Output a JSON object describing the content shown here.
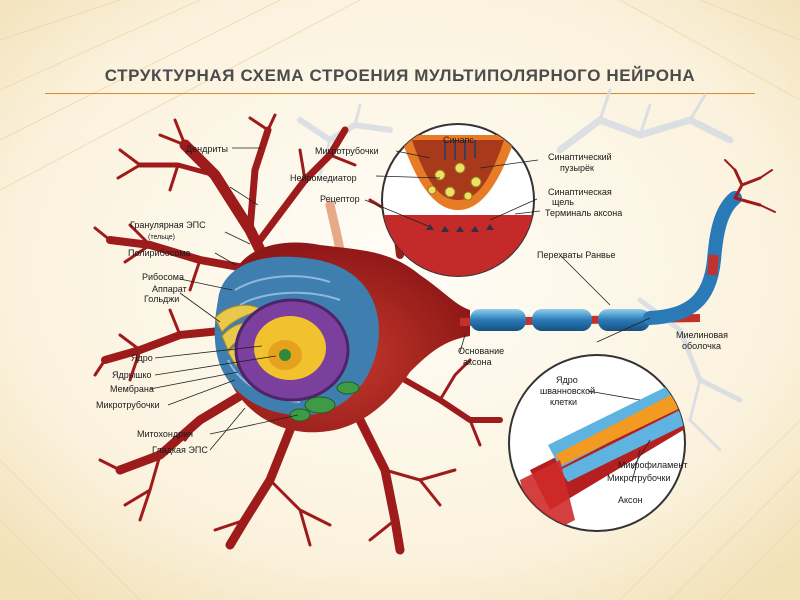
{
  "slide": {
    "title": "СТРУКТУРНАЯ СХЕМА СТРОЕНИЯ МУЛЬТИПОЛЯРНОГО НЕЙРОНА"
  },
  "labels": {
    "dendrites": "Дендриты",
    "granular_er_1": "Гранулярная ЭПС",
    "granular_er_2": "(тельце)",
    "polyribosome": "Полирибосома",
    "ribosome": "Рибосома",
    "golgi_1": "Аппарат",
    "golgi_2": "Гольджи",
    "nucleus": "Ядро",
    "nucleolus": "Ядрышко",
    "membrane": "Мембрана",
    "microtubules_left": "Микротрубочки",
    "mitochondria": "Митохондрия",
    "smooth_er": "Гладкая ЭПС",
    "axon_hillock_1": "Основание",
    "axon_hillock_2": "аксона",
    "microtubules_synapse": "Микротрубочки",
    "neurotransmitter": "Нейромедиатор",
    "receptor": "Рецептор",
    "synapse": "Синапс",
    "synaptic_vesicle_1": "Синаптический",
    "synaptic_vesicle_2": "пузырёк",
    "synaptic_cleft_1": "Синаптическая",
    "synaptic_cleft_2": "щель",
    "axon_terminal": "Терминаль аксона",
    "ranvier_nodes": "Перехваты Ранвье",
    "myelin_1": "Миелиновая",
    "myelin_2": "оболочка",
    "schwann_1": "Ядро",
    "schwann_2": "шванновской",
    "schwann_3": "клетки",
    "microfilament": "Микрофиламент",
    "microtubules_axon": "Микротрубочки",
    "axon": "Аксон"
  },
  "colors": {
    "neuron": "#9e1b1b",
    "neuron_light": "#c93a2e",
    "cytoplasm": "#3f7fb0",
    "nucleus": "#7b3f9e",
    "nucleolus_core": "#f2c12e",
    "myelin": "#2a7ab8",
    "title": "#4b4b4b",
    "title_rule": "#e0892b"
  }
}
